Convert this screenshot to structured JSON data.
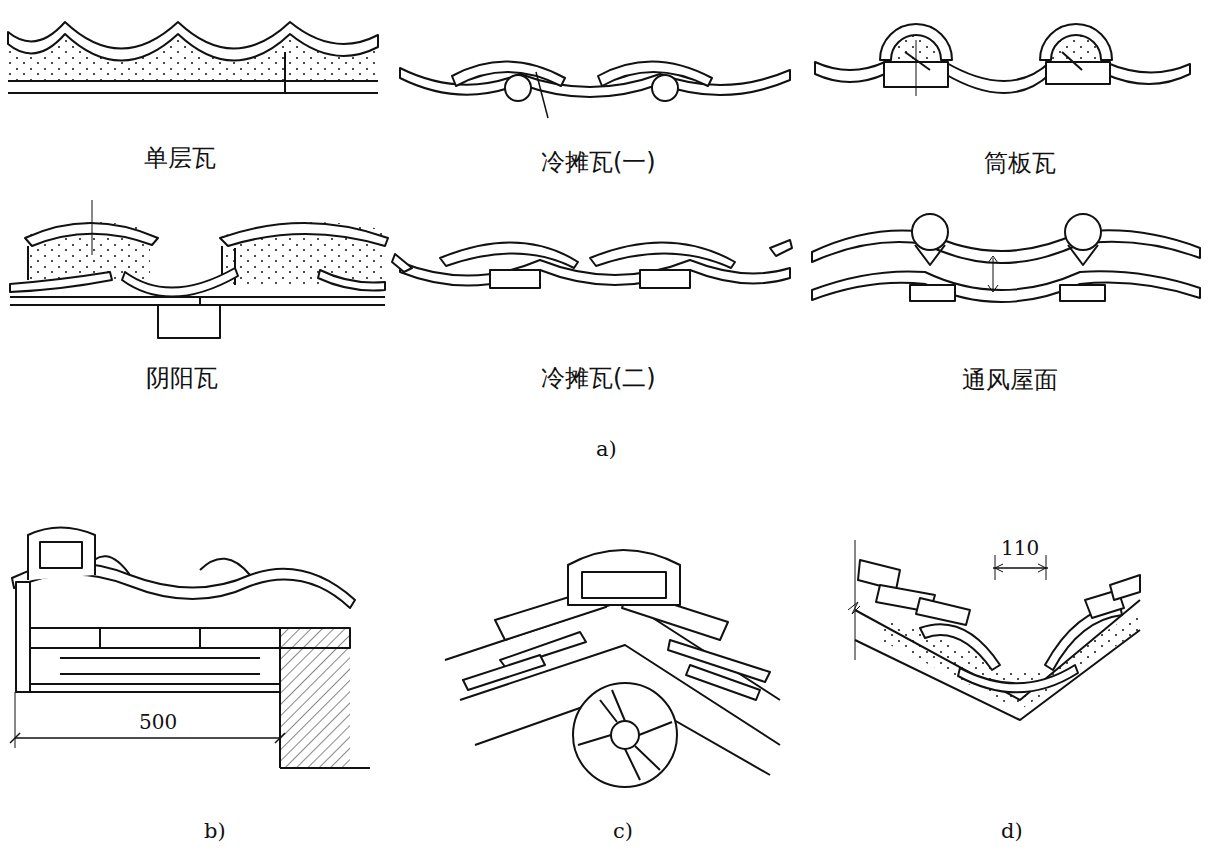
{
  "diagram": {
    "labels": [
      "单层瓦",
      "冷摊瓦(一)",
      "筒板瓦",
      "阴阳瓦",
      "冷摊瓦(二)",
      "通风屋面",
      "a)",
      "500",
      "b)",
      "c)",
      "110",
      "d)"
    ]
  }
}
